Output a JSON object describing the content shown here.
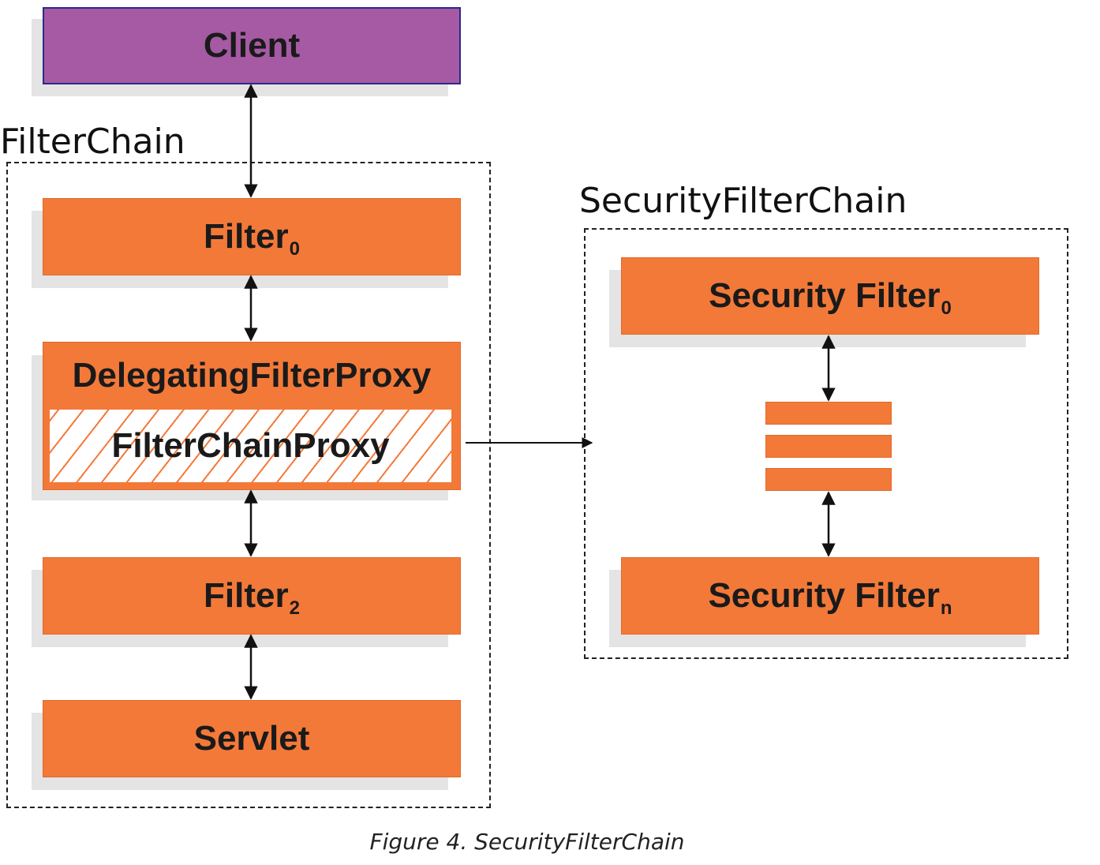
{
  "client": {
    "label": "Client"
  },
  "filter_chain": {
    "label": "FilterChain",
    "filter0": {
      "label": "Filter",
      "subscript": "0"
    },
    "delegating_proxy": {
      "label": "DelegatingFilterProxy",
      "inner_label": "FilterChainProxy"
    },
    "filter2": {
      "label": "Filter",
      "subscript": "2"
    },
    "servlet": {
      "label": "Servlet"
    }
  },
  "security_filter_chain": {
    "label": "SecurityFilterChain",
    "security_filter0": {
      "label": "Security Filter",
      "subscript": "0"
    },
    "security_filtern": {
      "label": "Security Filter",
      "subscript": "n"
    }
  },
  "caption": "Figure 4. SecurityFilterChain",
  "colors": {
    "filter": "#f37939",
    "client": "#a65aa3",
    "client_border": "#2b2b8a"
  }
}
